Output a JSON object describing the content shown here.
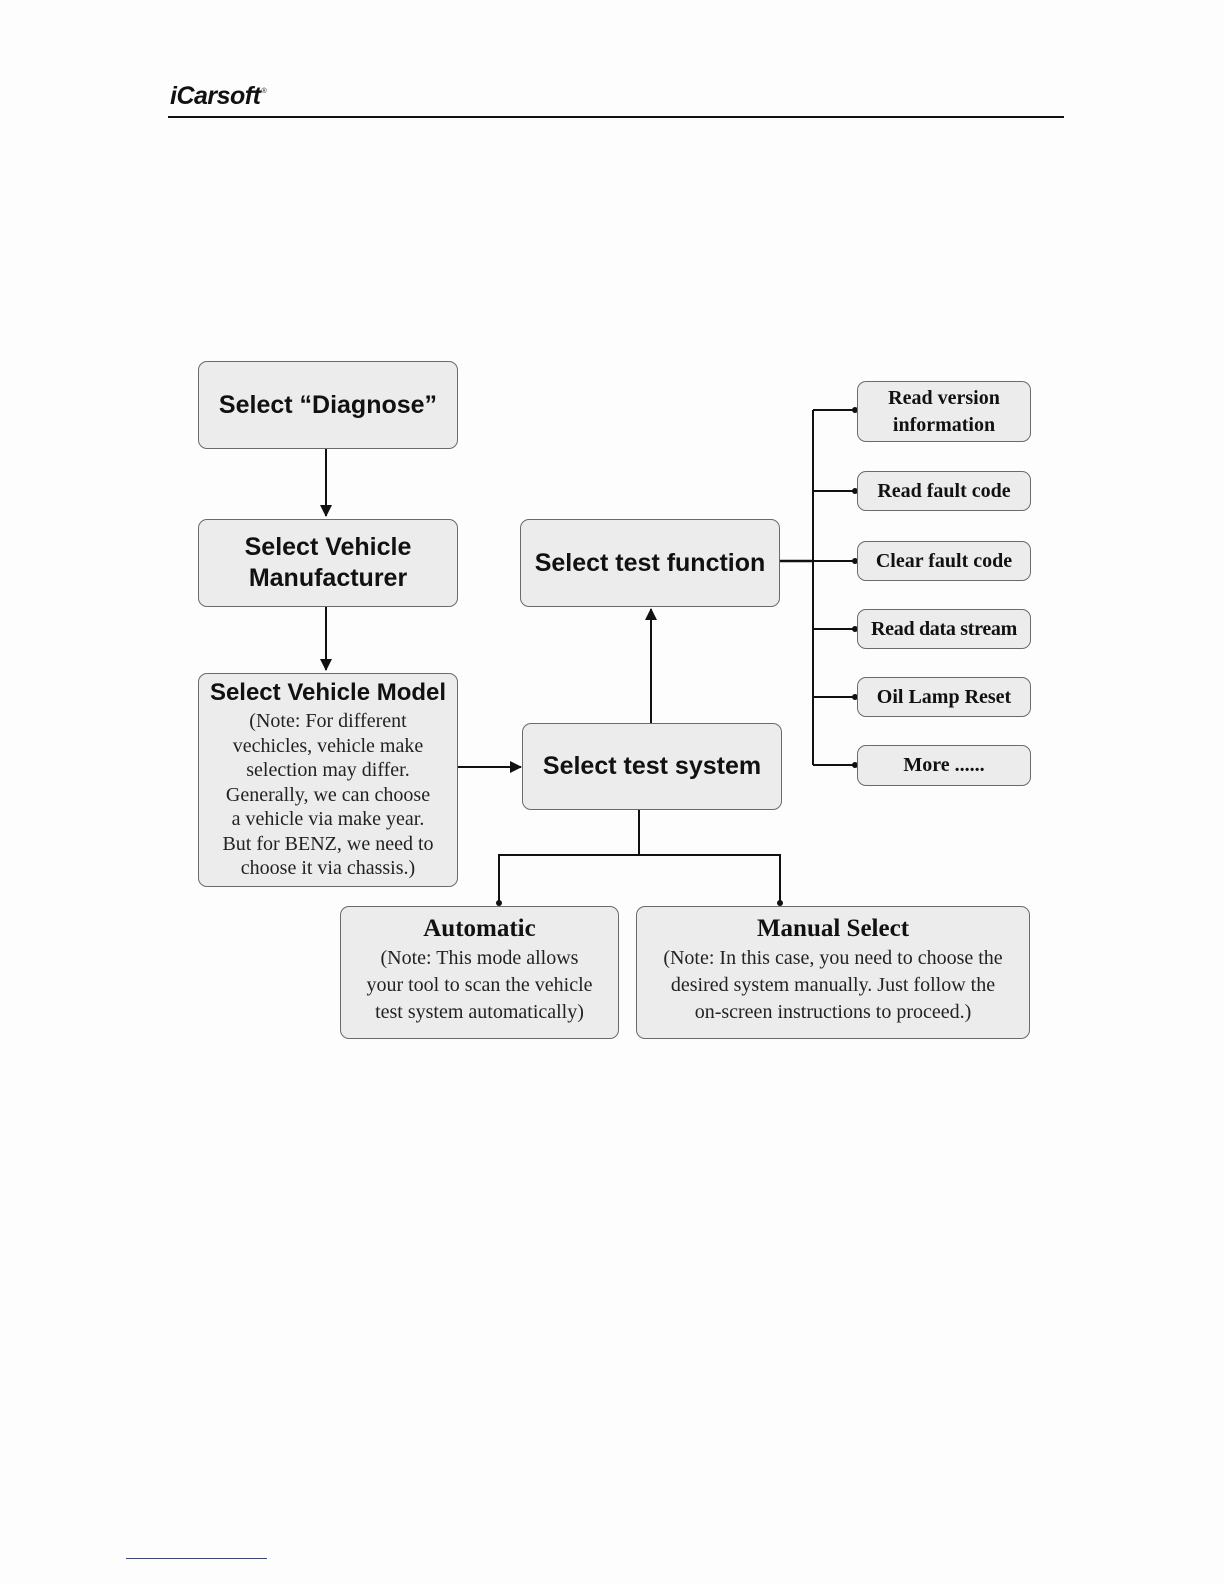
{
  "header": {
    "logo": "iCarsoft",
    "logo_mark": "®"
  },
  "flow": {
    "select_diagnose": "Select “Diagnose”",
    "select_manufacturer": [
      "Select Vehicle",
      "Manufacturer"
    ],
    "select_model": {
      "title": "Select Vehicle Model",
      "note": [
        "(Note: For different",
        "vechicles, vehicle make",
        "selection may differ.",
        "Generally, we can choose",
        "a vehicle via make year.",
        "But for BENZ, we need to",
        "choose it via chassis.)"
      ]
    },
    "select_test_system": "Select test system",
    "select_test_function": "Select test function",
    "automatic": {
      "title": "Automatic",
      "note": [
        "(Note: This mode allows",
        "your tool to scan the vehicle",
        "test system automatically)"
      ]
    },
    "manual_select": {
      "title": "Manual Select",
      "note": [
        "(Note: In this case, you need to choose the",
        "desired system manually. Just follow the",
        "on-screen instructions to proceed.)"
      ]
    },
    "functions": [
      [
        "Read version",
        "information"
      ],
      [
        "Read fault code"
      ],
      [
        "Clear fault code"
      ],
      [
        "Read data stream"
      ],
      [
        "Oil Lamp Reset"
      ],
      [
        "More ......"
      ]
    ]
  },
  "colors": {
    "box_fill": "#ececec",
    "box_border": "#6a6a6a",
    "line": "#111111",
    "footer_rule": "#2b44a8"
  }
}
